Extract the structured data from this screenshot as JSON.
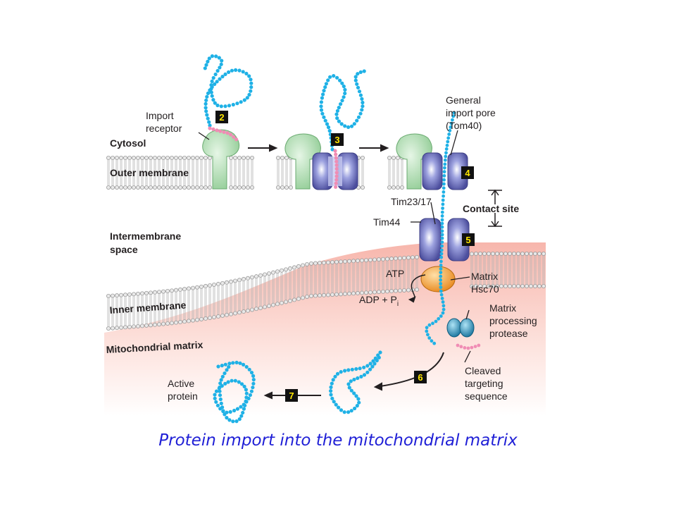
{
  "labels": {
    "cytosol": "Cytosol",
    "outer_membrane": "Outer membrane",
    "intermembrane_line1": "Intermembrane",
    "intermembrane_line2": "space",
    "inner_membrane": "Inner membrane",
    "matrix": "Mitochondrial matrix",
    "import_receptor_line1": "Import",
    "import_receptor_line2": "receptor",
    "pore_line1": "General",
    "pore_line2": "import pore",
    "pore_line3": "(Tom40)",
    "contact_site": "Contact site",
    "tim23": "Tim23/17",
    "tim44": "Tim44",
    "atp": "ATP",
    "adp": "ADP + P",
    "adp_sub": "i",
    "hsc70_line1": "Matrix",
    "hsc70_line2": "Hsc70",
    "protease_line1": "Matrix",
    "protease_line2": "processing",
    "protease_line3": "protease",
    "cleaved_line1": "Cleaved",
    "cleaved_line2": "targeting",
    "cleaved_line3": "sequence",
    "active_line1": "Active",
    "active_line2": "protein"
  },
  "steps": [
    "2",
    "3",
    "4",
    "5",
    "6",
    "7"
  ],
  "caption": "Protein import into the mitochondrial matrix",
  "colors": {
    "chain": "#1fb1e6",
    "signal": "#f08cb4",
    "receptor": "#a8d8a8",
    "translocon": "#5b5fb0",
    "hsc70": "#f6a33c",
    "protease": "#1f8fc0",
    "matrix_fill": "#fbd9d3",
    "step_text": "#ffe600",
    "caption": "#1f1fd6"
  },
  "icons": [
    "import-receptor-icon",
    "tom40-pore-icon",
    "tim23-channel-icon",
    "hsc70-icon",
    "protease-icon"
  ]
}
